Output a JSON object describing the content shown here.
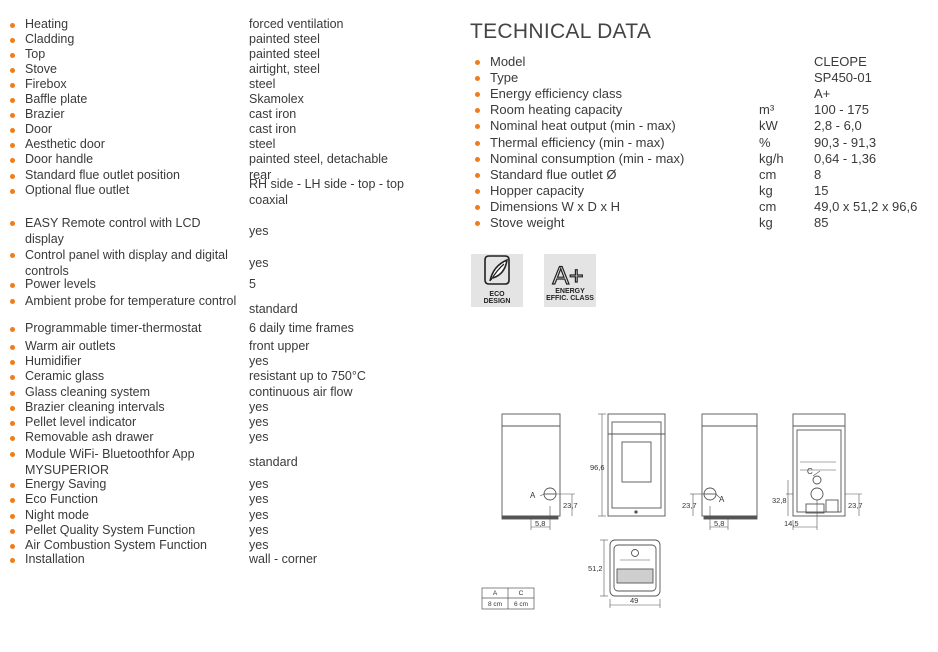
{
  "left_specs": [
    {
      "label": "Heating",
      "value": "forced ventilation"
    },
    {
      "label": "Cladding",
      "value": "painted steel"
    },
    {
      "label": "Top",
      "value": "painted steel"
    },
    {
      "label": "Stove",
      "value": "airtight, steel"
    },
    {
      "label": "Firebox",
      "value": "steel"
    },
    {
      "label": "Baffle plate",
      "value": "Skamolex"
    },
    {
      "label": "Brazier",
      "value": "cast iron"
    },
    {
      "label": "Door",
      "value": "cast iron"
    },
    {
      "label": "Aesthetic door",
      "value": "steel"
    },
    {
      "label": "Door handle",
      "value": "painted steel, detachable"
    },
    {
      "label": "Standard flue outlet position",
      "value": "rear"
    },
    {
      "label": "Optional flue outlet",
      "value": "RH side - LH side - top - top coaxial"
    },
    {
      "label": "EASY Remote control with LCD display",
      "value": "yes"
    },
    {
      "label": "Control panel with display and digital controls",
      "value": "yes"
    },
    {
      "label": "Power levels",
      "value": "5"
    },
    {
      "label": "Ambient probe for temperature control",
      "value": "standard"
    },
    {
      "label": "Programmable timer-thermostat",
      "value": "6 daily time frames"
    },
    {
      "label": "Warm air outlets",
      "value": "front upper"
    },
    {
      "label": "Humidifier",
      "value": "yes"
    },
    {
      "label": "Ceramic glass",
      "value": "resistant up to 750°C"
    },
    {
      "label": "Glass cleaning system",
      "value": "continuous air flow"
    },
    {
      "label": "Brazier cleaning intervals",
      "value": "yes"
    },
    {
      "label": "Pellet level indicator",
      "value": "yes"
    },
    {
      "label": "Removable ash drawer",
      "value": "yes"
    },
    {
      "label": "Module WiFi- Bluetoothfor App MYSUPERIOR",
      "value": "standard"
    },
    {
      "label": "Energy Saving",
      "value": "yes"
    },
    {
      "label": "Eco Function",
      "value": "yes"
    },
    {
      "label": "Night mode",
      "value": "yes"
    },
    {
      "label": "Pellet Quality System Function",
      "value": "yes"
    },
    {
      "label": "Air Combustion System Function",
      "value": "yes"
    },
    {
      "label": "Installation",
      "value": "wall - corner"
    }
  ],
  "technical": {
    "title": "TECHNICAL DATA",
    "rows": [
      {
        "label": "Model",
        "unit": "",
        "value": "CLEOPE"
      },
      {
        "label": "Type",
        "unit": "",
        "value": "SP450-01"
      },
      {
        "label": "Energy efficiency class",
        "unit": "",
        "value": "A+"
      },
      {
        "label": "Room heating capacity",
        "unit": "m³",
        "value": "100 - 175"
      },
      {
        "label": "Nominal heat output (min - max)",
        "unit": "kW",
        "value": "2,8 - 6,0"
      },
      {
        "label": "Thermal efficiency (min - max)",
        "unit": "%",
        "value": "90,3 - 91,3"
      },
      {
        "label": "Nominal consumption (min - max)",
        "unit": "kg/h",
        "value": "0,64 - 1,36"
      },
      {
        "label": "Standard flue outlet Ø",
        "unit": "cm",
        "value": "8"
      },
      {
        "label": "Hopper capacity",
        "unit": "kg",
        "value": "15"
      },
      {
        "label": "Dimensions W x D x H",
        "unit": "cm",
        "value": "49,0 x 51,2 x 96,6"
      },
      {
        "label": "Stove weight",
        "unit": "kg",
        "value": "85"
      }
    ]
  },
  "badges": {
    "eco": {
      "line1": "ECO",
      "line2": "DESIGN",
      "icon": "leaf-icon"
    },
    "energy": {
      "mark": "A+",
      "line1": "ENERGY",
      "line2": "EFFIC. CLASS",
      "icon": "energy-class-icon"
    }
  },
  "drawing": {
    "dims": {
      "height": "96,6",
      "pipe_h": "23,7",
      "pipe_w": "5,8",
      "back_h": "32,8",
      "back_w": "14,5",
      "depth": "51,2",
      "width": "49"
    },
    "labels": {
      "a": "A",
      "c": "C"
    },
    "legend": {
      "headers": [
        "A",
        "C"
      ],
      "values": [
        "8 cm",
        "6 cm"
      ]
    }
  },
  "colors": {
    "bullet": "#f07d1a",
    "text": "#3a3a3a",
    "badge_bg": "#e4e4e4"
  }
}
